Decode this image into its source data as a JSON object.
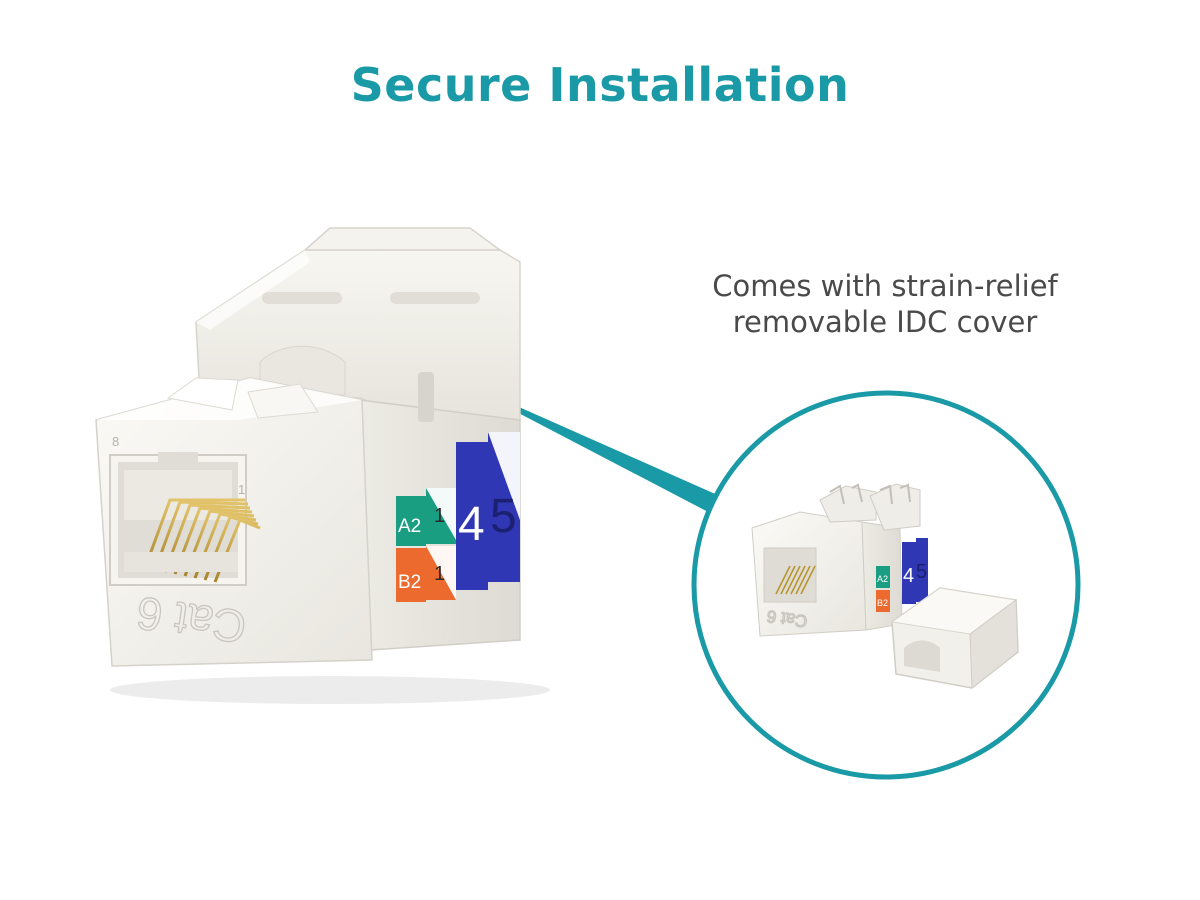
{
  "title": "Secure Installation",
  "caption": {
    "line1": "Comes with strain-relief",
    "line2": "removable IDC cover"
  },
  "product": {
    "emboss_text": "Cat 6",
    "pin_8": "8",
    "pin_1": "1",
    "labels": {
      "a2": "A2",
      "b2": "B2",
      "one_top": "1",
      "one_bottom": "1",
      "four": "4",
      "five": "5"
    }
  },
  "inset": {
    "emboss_text": "Cat 6",
    "labels": {
      "a2": "A2",
      "b2": "B2",
      "four": "4",
      "five": "5"
    }
  },
  "colors": {
    "accent": "#1a9aa6",
    "teal_label": "#1a9e82",
    "orange_label": "#ec6a2d",
    "blue_label": "#2f37b4",
    "plastic": "#f3f2ec",
    "caption_text": "#4a4a4a"
  }
}
